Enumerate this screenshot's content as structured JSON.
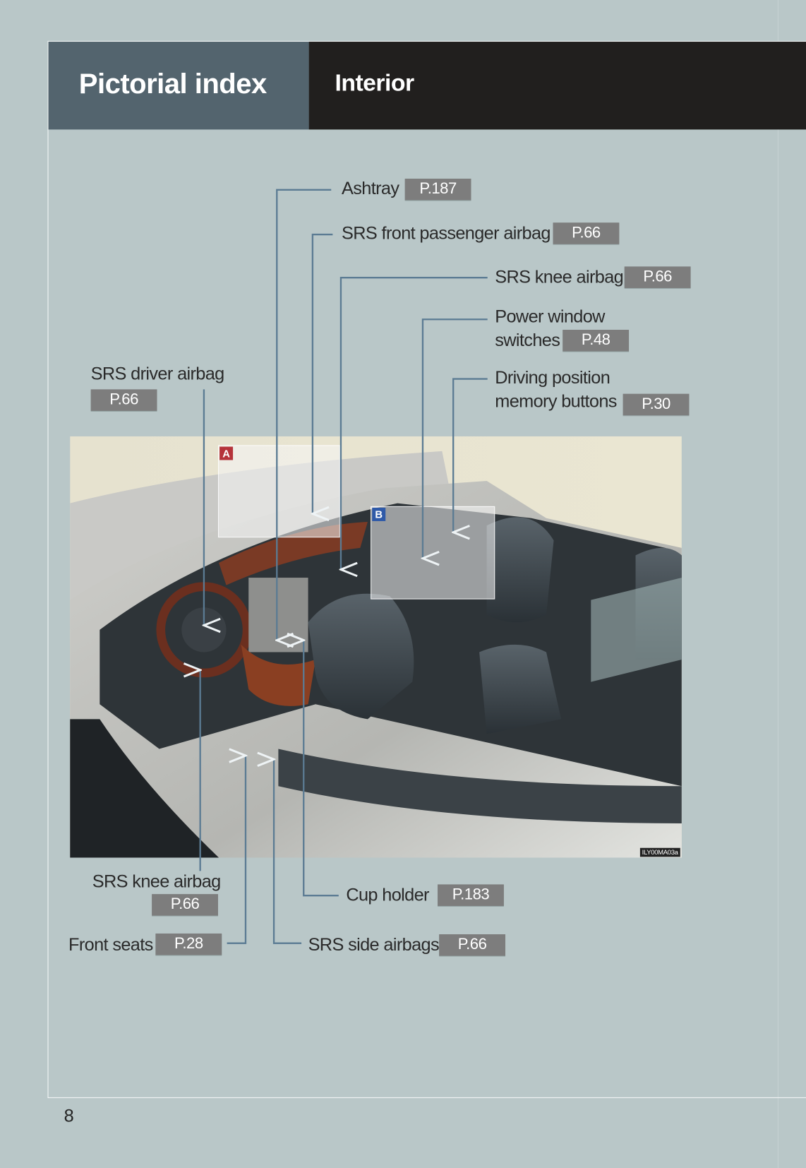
{
  "header": {
    "section": "Pictorial index",
    "title": "Interior"
  },
  "callouts": {
    "ashtray": {
      "label": "Ashtray",
      "page": "P.187"
    },
    "front_passenger_airbag": {
      "label": "SRS front passenger airbag",
      "page": "P.66"
    },
    "knee_airbag_top": {
      "label": "SRS knee airbag",
      "page": "P.66"
    },
    "power_window": {
      "label_line1": "Power window",
      "label_line2": "switches",
      "page": "P.48"
    },
    "driving_memory": {
      "label_line1": "Driving position",
      "label_line2": "memory buttons",
      "page": "P.30"
    },
    "driver_airbag": {
      "label": "SRS driver airbag",
      "page": "P.66"
    },
    "knee_airbag_bottom": {
      "label": "SRS knee airbag",
      "page": "P.66"
    },
    "front_seats": {
      "label": "Front seats",
      "page": "P.28"
    },
    "cup_holder": {
      "label": "Cup holder",
      "page": "P.183"
    },
    "side_airbags": {
      "label": "SRS side airbags",
      "page": "P.66"
    }
  },
  "photo": {
    "marker_a": "A",
    "marker_b": "B",
    "ref_code": "ILY00MA03a",
    "marker_a_color": "#b5333a",
    "marker_b_color": "#2f5aa8"
  },
  "page_number": "8"
}
